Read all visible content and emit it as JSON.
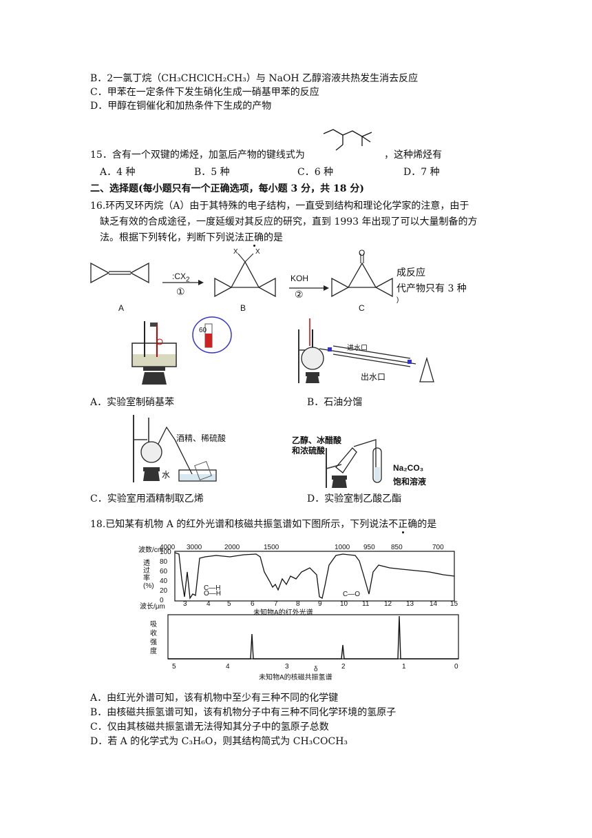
{
  "q14": {
    "optB": "B．2一氯丁烷（CH₃CHClCH₂CH₃）与 NaOH 乙醇溶液共热发生消去反应",
    "optC": "C．甲苯在一定条件下发生硝化生成一硝基甲苯的反应",
    "optD": "D．甲醇在铜催化和加热条件下生成的产物"
  },
  "q15": {
    "stem_a": "15．含有一个双键的烯烃，加氢后产物的键线式为",
    "stem_b": "，这种烯烃有",
    "optA": "A．4 种",
    "optB": "B．5 种",
    "optC": "C．6 种",
    "optD": "D．7 种"
  },
  "section2": "二、选择题(每小题只有一个正确选项，每小题 3 分，共 18 分)",
  "q16": {
    "line1": "16.环丙叉环丙烷（A）由于其特殊的电子结构，一直受到结构和理论化学家的注意，由于",
    "line2": "缺乏有效的合成途径，一度延缓对其反应的研究，直到 1993 年出现了可以大量制备的方",
    "line3a": "法。根据下列转化，判断下列说法",
    "line3b": "正确",
    "line3c": "的是",
    "reagent1": ":CX",
    "reagent1_sub": "2",
    "step1": "①",
    "reagent2": "KOH",
    "step2": "②",
    "labelA": "A",
    "labelB": "B",
    "labelC": "C",
    "X1": "X",
    "X2": "X",
    "O": "O",
    "overflow1": "成反应",
    "overflow2": "代产物只有 3 种",
    "overflow3": ")"
  },
  "q17": {
    "thermo_label": "60",
    "inlet": "进水口",
    "outlet": "出水口",
    "capA": "A．实验室制硝基苯",
    "capB": "B．石油分馏",
    "reagentC": "酒精、稀硫酸",
    "water": "水",
    "reagentD1": "乙醇、冰醋酸",
    "reagentD2": "和浓硫酸",
    "na2co3": "Na₂CO₃",
    "sat": "饱和溶液",
    "capC": "C．实验室用酒精制取乙烯",
    "capD": "D．实验室制乙酸乙酯"
  },
  "q18": {
    "stem_a": "18.已知某有机物 A 的红外光谱和核磁共振氢谱如下图所示，下列说法",
    "stem_b": "不正确",
    "stem_c": "的是",
    "ir_top_label": "波数/cm⁻¹",
    "ir_top_ticks": [
      "4000",
      "3000",
      "2000",
      "1500",
      "1000",
      "950",
      "850",
      "700"
    ],
    "ir_y_label": "透过率(%)",
    "ir_y_ticks": [
      "100",
      "80",
      "60",
      "40",
      "20",
      "0"
    ],
    "ir_bottom_label": "波长/μm",
    "ir_bottom_ticks": [
      "3",
      "4",
      "5",
      "6",
      "7",
      "8",
      "9",
      "10",
      "11",
      "12",
      "13",
      "14",
      "15"
    ],
    "ir_bonds": [
      "C—H",
      "O—H",
      "C—O"
    ],
    "ir_title": "未知物A的红外光谱",
    "nmr_y_label": "吸收强度",
    "nmr_ticks": [
      "5",
      "4",
      "3",
      "2",
      "1",
      "0"
    ],
    "nmr_delta": "δ",
    "nmr_title": "未知物A的核磁共振氢谱",
    "optA": "A．由红光外谱可知，该有机物中至少有三种不同的化学键",
    "optB": "B．由核磁共振氢谱可知，该有机物分子中有三种不同化学环境的氢原子",
    "optC": "C．仅由其核磁共振氢谱无法得知其分子中的氢原子总数",
    "optD": "D．若 A 的化学式为 C₃H₆O，则其结构简式为 CH₃COCH₃"
  }
}
